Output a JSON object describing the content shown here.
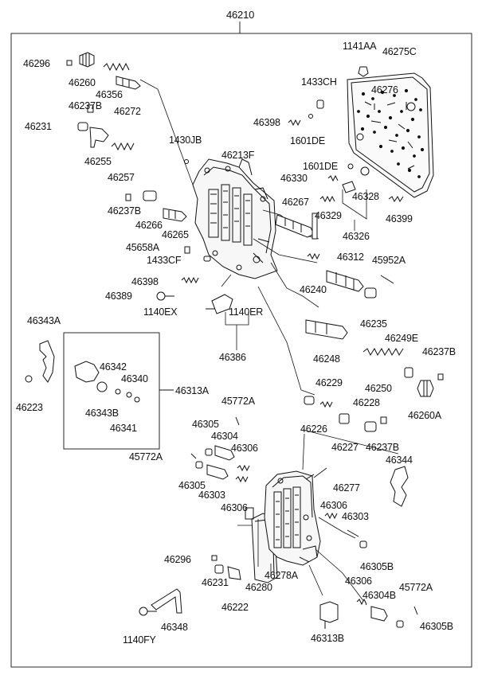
{
  "diagram": {
    "title": "46210",
    "parts": [
      {
        "id": "p46296a",
        "label": "46296"
      },
      {
        "id": "p46260",
        "label": "46260"
      },
      {
        "id": "p46356",
        "label": "46356"
      },
      {
        "id": "p46237Ba",
        "label": "46237B"
      },
      {
        "id": "p46272",
        "label": "46272"
      },
      {
        "id": "p46231a",
        "label": "46231"
      },
      {
        "id": "p46255",
        "label": "46255"
      },
      {
        "id": "p46257",
        "label": "46257"
      },
      {
        "id": "p1430JB",
        "label": "1430JB"
      },
      {
        "id": "p46213F",
        "label": "46213F"
      },
      {
        "id": "p1141AA",
        "label": "1141AA"
      },
      {
        "id": "p46275C",
        "label": "46275C"
      },
      {
        "id": "p1433CH",
        "label": "1433CH"
      },
      {
        "id": "p46276",
        "label": "46276"
      },
      {
        "id": "p46398a",
        "label": "46398"
      },
      {
        "id": "p1601DEa",
        "label": "1601DE"
      },
      {
        "id": "p1601DEb",
        "label": "1601DE"
      },
      {
        "id": "p46330",
        "label": "46330"
      },
      {
        "id": "p46328",
        "label": "46328"
      },
      {
        "id": "p46267",
        "label": "46267"
      },
      {
        "id": "p46329",
        "label": "46329"
      },
      {
        "id": "p46399",
        "label": "46399"
      },
      {
        "id": "p46326",
        "label": "46326"
      },
      {
        "id": "p46237Bb",
        "label": "46237B"
      },
      {
        "id": "p46266",
        "label": "46266"
      },
      {
        "id": "p46265",
        "label": "46265"
      },
      {
        "id": "p45658A",
        "label": "45658A"
      },
      {
        "id": "p1433CF",
        "label": "1433CF"
      },
      {
        "id": "p46312",
        "label": "46312"
      },
      {
        "id": "p45952A",
        "label": "45952A"
      },
      {
        "id": "p46398b",
        "label": "46398"
      },
      {
        "id": "p46240",
        "label": "46240"
      },
      {
        "id": "p46389",
        "label": "46389"
      },
      {
        "id": "p1140EX",
        "label": "1140EX"
      },
      {
        "id": "p1140ER",
        "label": "1140ER"
      },
      {
        "id": "p46235",
        "label": "46235"
      },
      {
        "id": "p46343A",
        "label": "46343A"
      },
      {
        "id": "p46386",
        "label": "46386"
      },
      {
        "id": "p46248",
        "label": "46248"
      },
      {
        "id": "p46249E",
        "label": "46249E"
      },
      {
        "id": "p46237Bc",
        "label": "46237B"
      },
      {
        "id": "p46342",
        "label": "46342"
      },
      {
        "id": "p46340",
        "label": "46340"
      },
      {
        "id": "p46229",
        "label": "46229"
      },
      {
        "id": "p46250",
        "label": "46250"
      },
      {
        "id": "p46223",
        "label": "46223"
      },
      {
        "id": "p46343B",
        "label": "46343B"
      },
      {
        "id": "p46313A",
        "label": "46313A"
      },
      {
        "id": "p46228",
        "label": "46228"
      },
      {
        "id": "p46260A",
        "label": "46260A"
      },
      {
        "id": "p46341",
        "label": "46341"
      },
      {
        "id": "p45772Aa",
        "label": "45772A"
      },
      {
        "id": "p46226",
        "label": "46226"
      },
      {
        "id": "p46227",
        "label": "46227"
      },
      {
        "id": "p46237Bd",
        "label": "46237B"
      },
      {
        "id": "p46305a",
        "label": "46305"
      },
      {
        "id": "p46304",
        "label": "46304"
      },
      {
        "id": "p46306a",
        "label": "46306"
      },
      {
        "id": "p46344",
        "label": "46344"
      },
      {
        "id": "p45772Ab",
        "label": "45772A"
      },
      {
        "id": "p46305b",
        "label": "46305"
      },
      {
        "id": "p46277",
        "label": "46277"
      },
      {
        "id": "p46303a",
        "label": "46303"
      },
      {
        "id": "p46306b",
        "label": "46306"
      },
      {
        "id": "p46306c",
        "label": "46306"
      },
      {
        "id": "p46303b",
        "label": "46303"
      },
      {
        "id": "p46296b",
        "label": "46296"
      },
      {
        "id": "p46305B_a",
        "label": "46305B"
      },
      {
        "id": "p46278A",
        "label": "46278A"
      },
      {
        "id": "p46231b",
        "label": "46231"
      },
      {
        "id": "p46280",
        "label": "46280"
      },
      {
        "id": "p46306d",
        "label": "46306"
      },
      {
        "id": "p45772Ac",
        "label": "45772A"
      },
      {
        "id": "p46304B",
        "label": "46304B"
      },
      {
        "id": "p46222",
        "label": "46222"
      },
      {
        "id": "p46348",
        "label": "46348"
      },
      {
        "id": "p46305B_b",
        "label": "46305B"
      },
      {
        "id": "p1140FY",
        "label": "1140FY"
      },
      {
        "id": "p46313B",
        "label": "46313B"
      }
    ]
  }
}
